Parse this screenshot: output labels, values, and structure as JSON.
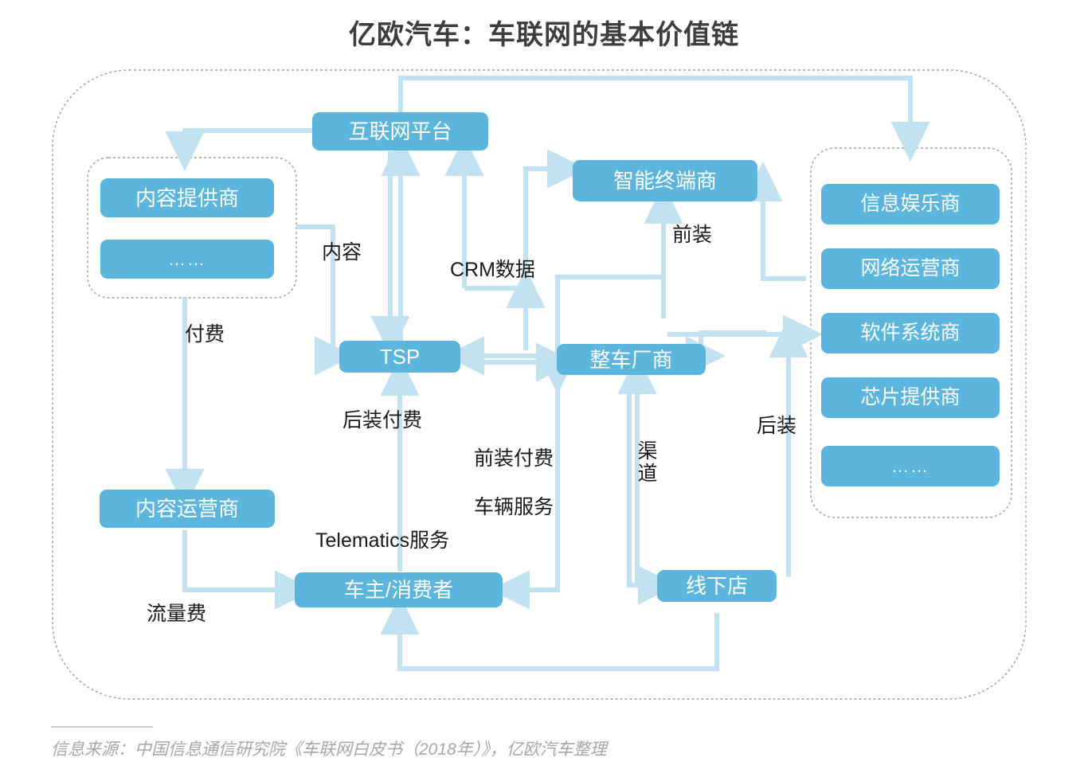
{
  "title": "亿欧汽车：车联网的基本价值链",
  "colors": {
    "node_fill": "#5cb5dd",
    "node_text": "#ffffff",
    "connector": "#c2e2f2",
    "container_border": "#9e9e9e",
    "title_text": "#3d3d3d",
    "label_text": "#1a1a1a",
    "source_text": "#a6a6a6"
  },
  "nodes": {
    "internet_platform": "互联网平台",
    "smart_terminal": "智能终端商",
    "tsp": "TSP",
    "oem": "整车厂商",
    "car_owner": "车主/消费者",
    "offline_store": "线下店",
    "content_operator": "内容运营商"
  },
  "groups": {
    "content_group": {
      "items": [
        "内容提供商",
        "……"
      ]
    },
    "supplier_group": {
      "items": [
        "信息娱乐商",
        "网络运营商",
        "软件系统商",
        "芯片提供商",
        "……"
      ]
    }
  },
  "edge_labels": {
    "content": "内容",
    "crm_data": "CRM数据",
    "pre_install": "前装",
    "pay": "付费",
    "post_install_pay": "后装付费",
    "pre_install_pay": "前装付费",
    "vehicle_service": "车辆服务",
    "telematics_service": "Telematics服务",
    "data_fee": "流量费",
    "channel": "渠道",
    "post_install": "后装"
  },
  "footer": {
    "source": "信息来源：中国信息通信研究院《车联网白皮书（2018年）》，亿欧汽车整理"
  }
}
